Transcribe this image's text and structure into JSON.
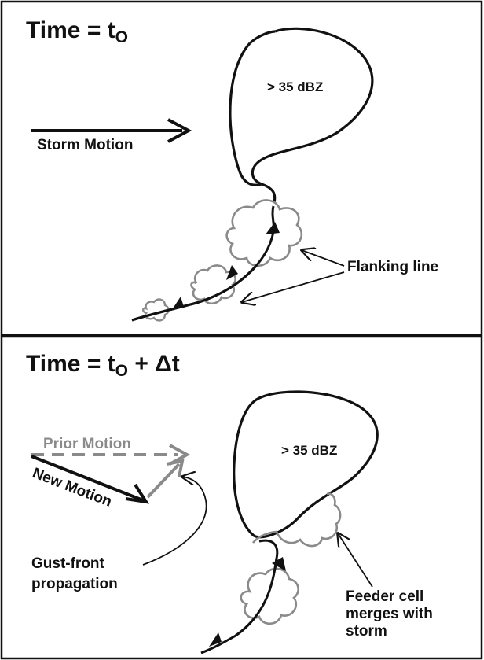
{
  "panel_top": {
    "title_main": "Time = t",
    "title_sub": "O",
    "echo_label": "> 35 dBZ",
    "storm_motion": "Storm Motion",
    "flanking_line": "Flanking line"
  },
  "panel_bottom": {
    "title_main": "Time = t",
    "title_sub": "O",
    "title_tail": " + Δt",
    "echo_label": "> 35 dBZ",
    "prior_motion": "Prior Motion",
    "new_motion": "New Motion",
    "gust_front_1": "Gust-front",
    "gust_front_2": "propagation",
    "feeder_1": "Feeder cell",
    "feeder_2": "merges with",
    "feeder_3": "storm"
  },
  "colors": {
    "ink": "#111111",
    "grey": "#8a8a8a",
    "background": "#ffffff"
  }
}
